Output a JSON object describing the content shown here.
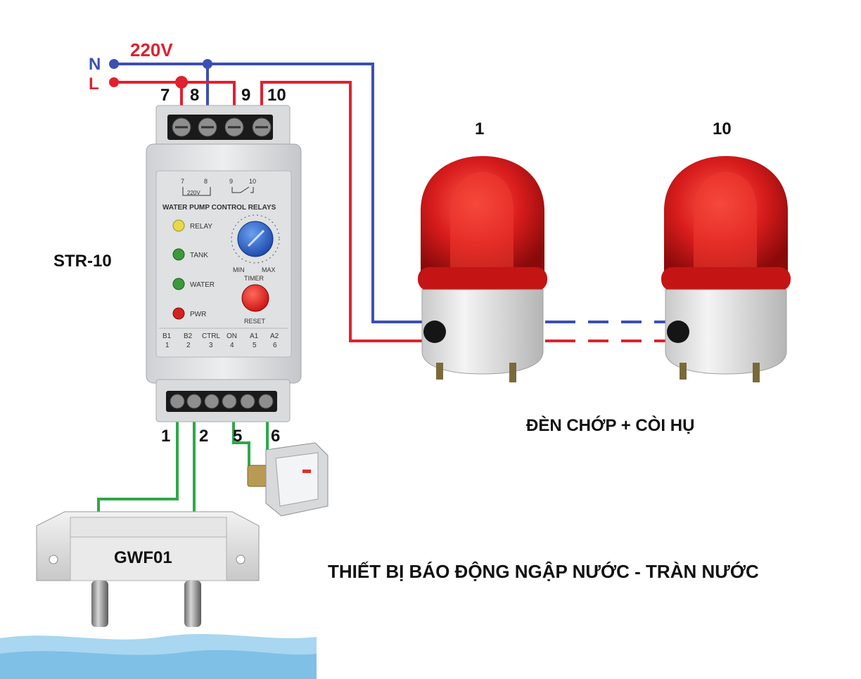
{
  "supply": {
    "voltage": "220V",
    "neutral_label": "N",
    "live_label": "L"
  },
  "relay": {
    "model": "STR-10",
    "top_terminals": [
      "7",
      "8",
      "9",
      "10"
    ],
    "bottom_terminals": [
      "1",
      "2",
      "5",
      "6"
    ],
    "panel": {
      "diagram_7": "7",
      "diagram_8": "8",
      "diagram_220v": "220V",
      "diagram_9": "9",
      "diagram_10": "10",
      "title": "WATER PUMP CONTROL RELAYS",
      "leds": [
        {
          "label": "RELAY",
          "color": "#e8d84a"
        },
        {
          "label": "TANK",
          "color": "#3a9a3a"
        },
        {
          "label": "WATER",
          "color": "#3a9a3a"
        },
        {
          "label": "PWR",
          "color": "#d42020"
        }
      ],
      "knob_min": "MIN",
      "knob_max": "MAX",
      "timer_label": "TIMER",
      "reset_label": "RESET",
      "terminal_labels": [
        {
          "name": "B1",
          "num": "1"
        },
        {
          "name": "B2",
          "num": "2"
        },
        {
          "name": "CTRL",
          "num": "3"
        },
        {
          "name": "ON",
          "num": "4"
        },
        {
          "name": "A1",
          "num": "5"
        },
        {
          "name": "A2",
          "num": "6"
        }
      ]
    }
  },
  "beacons": {
    "first_label": "1",
    "last_label": "10",
    "caption": "ĐÈN CHỚP + CÒI HỤ"
  },
  "sensor": {
    "model": "GWF01"
  },
  "headline": "THIẾT BỊ BÁO ĐỘNG NGẬP NƯỚC - TRÀN NƯỚC",
  "colors": {
    "neutral_wire": "#3b4fb5",
    "live_wire": "#e0212e",
    "sensor_wire": "#2fa84a",
    "beacon_dome": "#d81c1c",
    "water": "#8ec9ea"
  }
}
